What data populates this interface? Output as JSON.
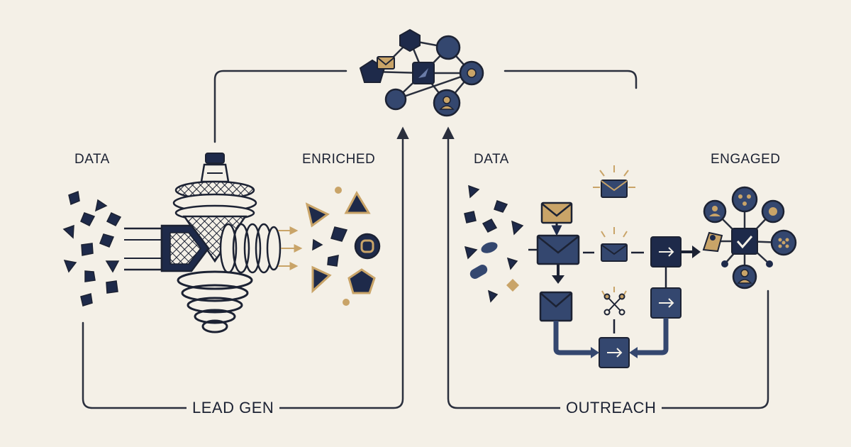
{
  "labels": {
    "lead_in": "DATA",
    "lead_out": "ENRICHED",
    "lead_stage": "LEAD GEN",
    "outreach_in": "DATA",
    "outreach_out": "ENGAGED",
    "outreach_stage": "OUTREACH"
  },
  "colors": {
    "background": "#f4f0e7",
    "navy": "#1e2a4a",
    "slate": "#34476f",
    "ink": "#1c2233",
    "gold": "#c9a468",
    "line": "#2a2f3d"
  },
  "icons": {
    "hub": "network-graph-icon",
    "funnel": "enrichment-machine-icon",
    "sequence": "email-sequence-icon",
    "engaged": "engaged-network-icon"
  }
}
